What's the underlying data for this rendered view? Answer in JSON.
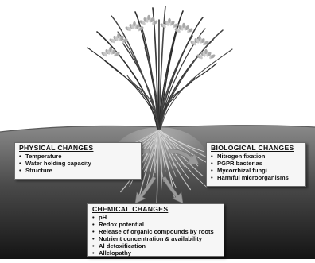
{
  "colors": {
    "soil_top": "#8a8a8a",
    "soil_bottom": "#141414",
    "foliage": "#3a3a3a",
    "root": "#d8d8d8",
    "arrow": "#9a9a9a",
    "box_fill": "#f6f6f6",
    "box_border": "#6a6a6a"
  },
  "icons": {
    "plant": "rice-plant-illustration",
    "arrows": "grey-curved-arrow"
  },
  "physical": {
    "heading": "PHYSICAL CHANGES",
    "items": [
      "Temperature",
      "Water holding capacity",
      "Structure"
    ]
  },
  "biological": {
    "heading": "BIOLOGICAL CHANGES",
    "items": [
      "Nitrogen fixation",
      "PGPR bacterias",
      "Mycorrhizal fungi",
      "Harmful microorganisms"
    ]
  },
  "chemical": {
    "heading": "CHEMICAL CHANGES",
    "items": [
      "pH",
      "Redox potential",
      "Release of organic compounds by roots",
      "Nutrient concentration & availability",
      "Al detoxification",
      "Allelopathy"
    ]
  }
}
